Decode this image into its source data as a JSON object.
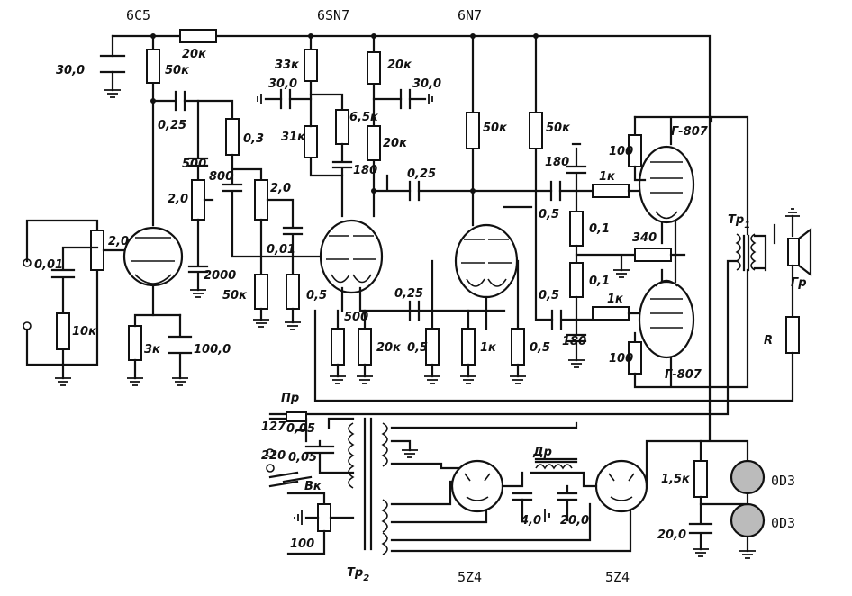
{
  "schematic": {
    "tubes": {
      "v1": "6C5",
      "v2": "6SN7",
      "v3": "6N7",
      "rect1": "5Z4",
      "rect2": "5Z4",
      "reg1": "0D3",
      "reg2": "0D3"
    },
    "output_tubes": {
      "top": "Г-807",
      "bottom": "Г-807"
    },
    "labels": {
      "c_in_filter": "30,0",
      "r_top_bus": "20к",
      "r_6c5_plate": "50к",
      "c_coupling_1": "0,25",
      "r_03": "0,3",
      "c_500": "500",
      "c_800": "800",
      "pot_2_0_a": "2,0",
      "pot_2_0_b": "2,0",
      "c_2000": "2000",
      "r_50k_low": "50к",
      "c_001_tone": "0,01",
      "r_05_grid": "0,5",
      "pot_input": "2,0",
      "c_001_input": "0,01",
      "r_10k": "10к",
      "r_3k": "3к",
      "c_100": "100,0",
      "r_33k": "33к",
      "c_30_left": "30,0",
      "r_31k": "31к",
      "r_65k": "6,5к",
      "c_180_mid": "180",
      "r_20k_sn7": "20к",
      "c_30_right": "30,0",
      "r_20k_sn7b": "20к",
      "c_025_mid": "0,25",
      "r_500_cath": "500",
      "c_025_low": "0,25",
      "r_20k_cath": "20к",
      "r_05_b": "0,5",
      "r_50k_n7a": "50к",
      "r_50k_n7b": "50к",
      "r_1k_cath": "1к",
      "r_05_c": "0,5",
      "c_180_top": "180",
      "r_1k_top": "1к",
      "c_05_top": "0,5",
      "r_01_top": "0,1",
      "r_340": "340",
      "r_01_bot": "0,1",
      "c_05_bot": "0,5",
      "r_1k_bot": "1к",
      "c_180_bot": "180",
      "r_100_top": "100",
      "r_100_bot": "100",
      "tr1": "Тр",
      "tr1_sub": "1",
      "speaker": "Гр",
      "r_load": "R",
      "fuse": "Пр",
      "c_005": "0,05",
      "c_005b": "0,05",
      "mains_127": "127",
      "mains_220": "220",
      "switch": "Вк",
      "pot_100": "100",
      "tr2": "Тр",
      "tr2_sub": "2",
      "choke": "Др",
      "c_4": "4,0",
      "c_20_filter": "20,0",
      "r_15k": "1,5к",
      "c_20_out": "20,0"
    }
  }
}
